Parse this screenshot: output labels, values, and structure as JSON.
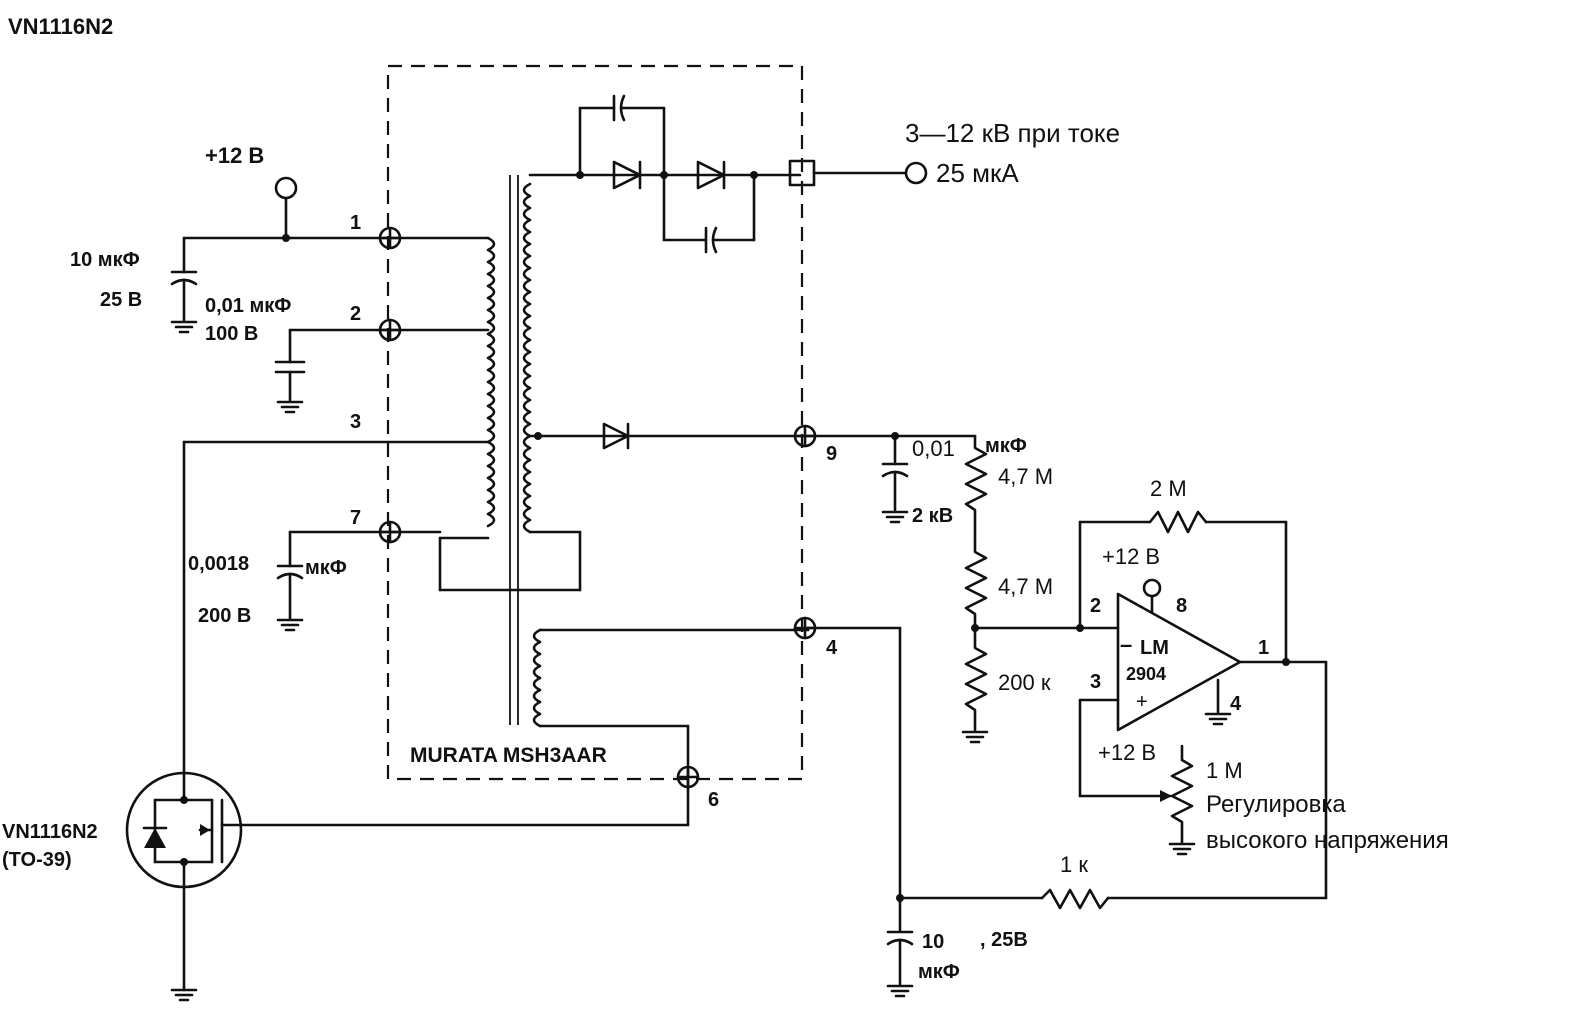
{
  "title": "VN1116N2",
  "labels": {
    "supply_top": "+12 В",
    "c1_value": "10 мкФ",
    "c1_voltage": "25 В",
    "c2_value": "0,01 мкФ",
    "c2_voltage": "100 В",
    "c3_value": "0,0018",
    "c3_unit": "мкФ",
    "c3_voltage": "200 В",
    "pin1": "1",
    "pin2": "2",
    "pin3": "3",
    "pin7": "7",
    "pin9": "9",
    "pin4": "4",
    "pin6": "6",
    "transformer": "MURATA MSH3AAR",
    "output_line1": "3—12 кВ при токе",
    "output_line2": "25 мкА",
    "c_div_value": "0,01",
    "c_div_unit": "мкФ",
    "c_div_voltage": "2 кВ",
    "r1": "4,7 М",
    "r2": "4,7 М",
    "r3": "200 к",
    "r_fb": "2 М",
    "opamp_minus": "–",
    "opamp_name": "LM",
    "opamp_num": "2904",
    "opamp_plus": "+",
    "op_pin2": "2",
    "op_pin3": "3",
    "op_pin8": "8",
    "op_pin1": "1",
    "op_pin4": "4",
    "op_supply": "+12 В",
    "pot_supply": "+12 В",
    "pot_value": "1 М",
    "pot_desc1": "Регулировка",
    "pot_desc2": "высокого напряжения",
    "r_out": "1 к",
    "c_out_value": "10",
    "c_out_unit": "мкФ",
    "c_out_voltage": ", 25В",
    "mosfet_name": "VN1116N2",
    "mosfet_pkg": "(TO-39)"
  }
}
